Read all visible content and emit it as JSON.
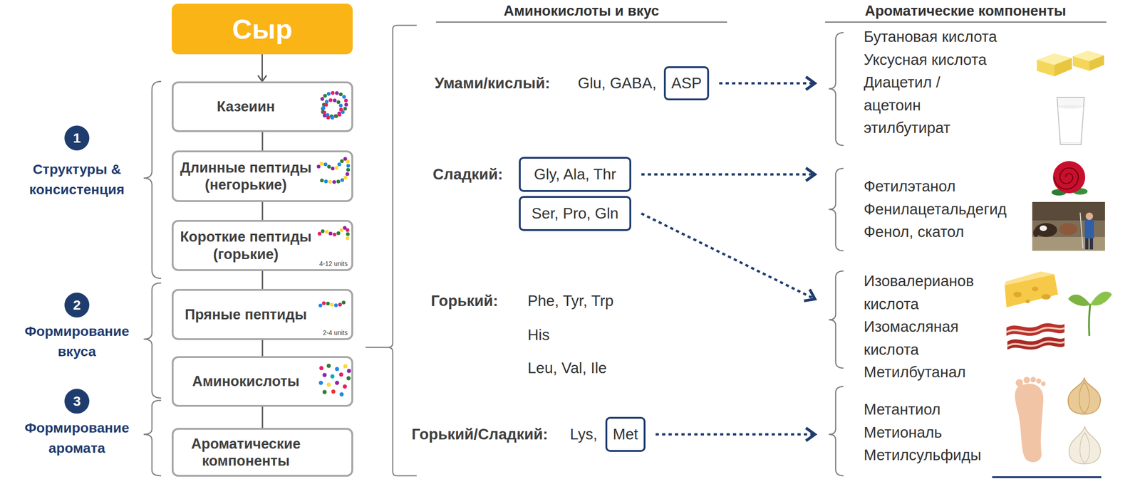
{
  "diagram": {
    "nodes": [
      {
        "text": [
          "Сыр"
        ]
      },
      {
        "text": [
          "Казеиин"
        ]
      },
      {
        "text": [
          "Длинные пептиды (негорькие)"
        ]
      },
      {
        "text": [
          "Короткие пептиды (горькие)",
          "4-12 units"
        ]
      },
      {
        "text": [
          "Пряные пептиды",
          "2-4 units"
        ]
      },
      {
        "text": [
          "Аминокислоты"
        ]
      },
      {
        "text": [
          "Ароматические компоненты"
        ]
      },
      {
        "text": [
          "1"
        ]
      },
      {
        "text": [
          "2"
        ]
      },
      {
        "text": [
          "3"
        ]
      },
      {
        "text": [
          "ASP"
        ]
      },
      {
        "text": [
          "Gly, Ala, Thr"
        ]
      },
      {
        "text": [
          "Ser, Pro, Gln"
        ]
      },
      {
        "text": [
          "Met"
        ]
      },
      {
        "text": [
          "Бутановая кислота",
          "Уксусная кислота",
          "Диацетил / ацетоин",
          "этилбутират"
        ]
      },
      {
        "text": [
          "Фетилэтанол",
          "Фенилацетальдегид",
          "Фенол, скатол"
        ]
      },
      {
        "text": [
          "Изовалерианов кислота",
          "Изомасляная кислота",
          "Метилбутанал"
        ]
      },
      {
        "text": [
          "Метантиол",
          "Метиональ",
          "Метилсульфиды"
        ]
      }
    ],
    "edges": [
      {
        "from": 0,
        "to": 1,
        "arrow": "to"
      },
      {
        "from": 1,
        "to": 2,
        "arrow": "none"
      },
      {
        "from": 2,
        "to": 3,
        "arrow": "none"
      },
      {
        "from": 3,
        "to": 4,
        "arrow": "none"
      },
      {
        "from": 4,
        "to": 5,
        "arrow": "none"
      },
      {
        "from": 5,
        "to": 6,
        "arrow": "none"
      },
      {
        "from": 10,
        "to": 14,
        "arrow": "to"
      },
      {
        "from": 11,
        "to": 15,
        "arrow": "to"
      },
      {
        "from": 12,
        "to": 16,
        "arrow": "to"
      },
      {
        "from": 13,
        "to": 17,
        "arrow": "to"
      }
    ],
    "labels": [
      "Структуры & консистенция",
      "Формирование вкуса",
      "Формирование аромата",
      "Аминокислоты и вкус",
      "Ароматические компоненты",
      "Умами/кислый:",
      "Glu, GABA,",
      "Сладкий:",
      "Горький:",
      "Phe, Tyr, Trp",
      "His",
      "Leu, Val, Ile",
      "Горький/Сладкий:",
      "Lys,"
    ]
  }
}
